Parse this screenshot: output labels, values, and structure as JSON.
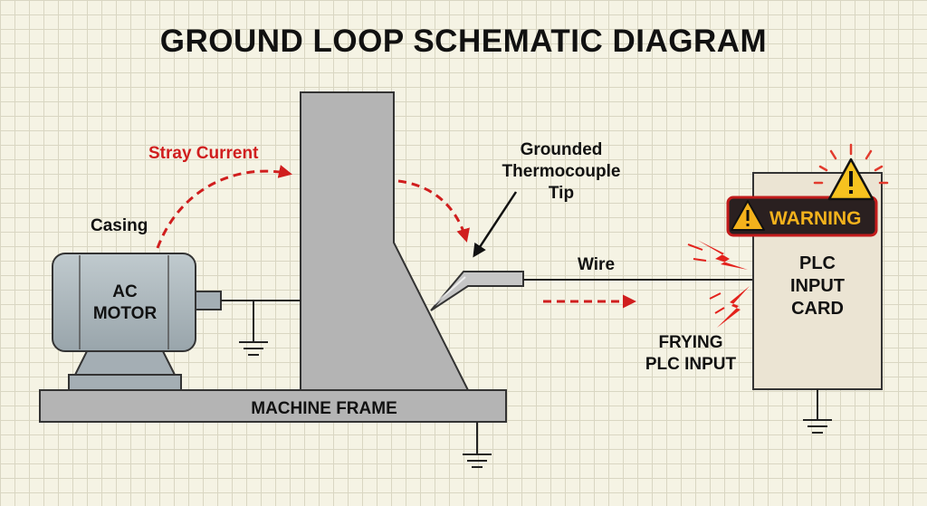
{
  "title": "GROUND LOOP SCHEMATIC DIAGRAM",
  "labels": {
    "stray_current": "Stray Current",
    "casing": "Casing",
    "motor_line1": "AC",
    "motor_line2": "MOTOR",
    "machine_frame": "MACHINE FRAME",
    "thermocouple_line1": "Grounded",
    "thermocouple_line2": "Thermocouple",
    "thermocouple_line3": "Tip",
    "wire": "Wire",
    "warning": "WARNING",
    "plc_line1": "PLC",
    "plc_line2": "INPUT",
    "plc_line3": "CARD",
    "frying_line1": "FRYING",
    "frying_line2": "PLC INPUT"
  },
  "colors": {
    "stray_current": "#d01e1e",
    "motor": "#a8b3b9",
    "frame": "#b4b4b4",
    "plc_card": "#ebe4d3",
    "warning_bg": "#2a2020",
    "warning_text": "#f3b21c"
  },
  "icons": [
    "warning-triangle-icon",
    "ground-symbol-icon",
    "spark-icon"
  ]
}
